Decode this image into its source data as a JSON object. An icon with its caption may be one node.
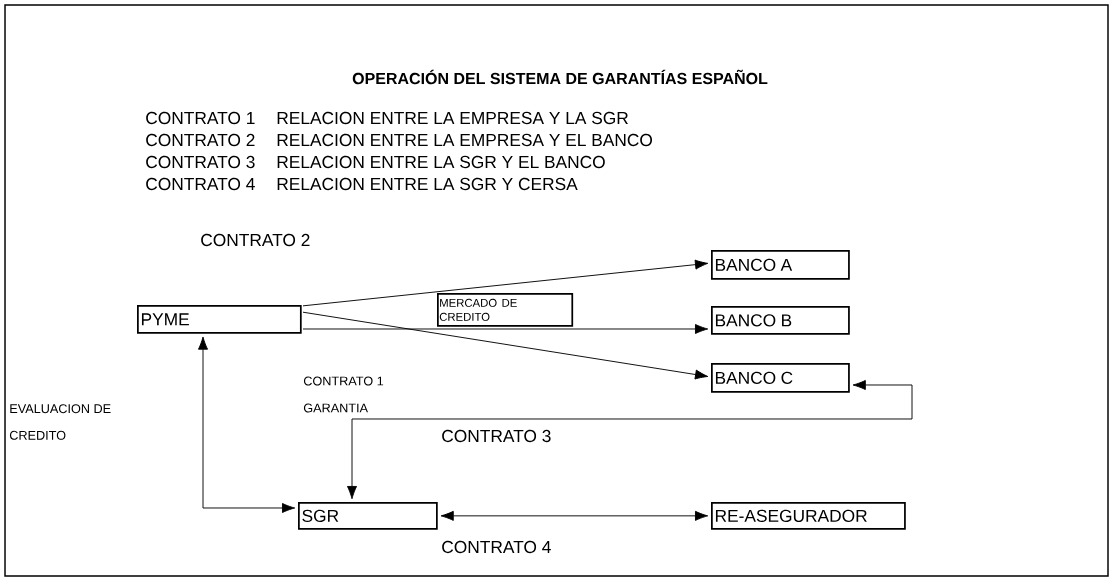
{
  "diagram": {
    "title": "OPERACIÓN DEL SISTEMA DE GARANTÍAS ESPAÑOL",
    "nodes": [
      {
        "text": [
          "BANCO A"
        ]
      },
      {
        "text": [
          "MERCADO DE CREDITO"
        ]
      },
      {
        "text": [
          "PYME"
        ]
      },
      {
        "text": [
          "BANCO B"
        ]
      },
      {
        "text": [
          "BANCO C"
        ]
      },
      {
        "text": [
          "SGR"
        ]
      },
      {
        "text": [
          "RE-ASEGURADOR"
        ]
      }
    ],
    "edges": [
      {
        "from": 2,
        "to": 0,
        "arrow": "to"
      },
      {
        "from": 2,
        "to": 3,
        "arrow": "to"
      },
      {
        "from": 2,
        "to": 4,
        "arrow": "to"
      },
      {
        "from": 2,
        "to": 5,
        "arrow": "both"
      },
      {
        "from": 5,
        "to": 6,
        "arrow": "both"
      },
      {
        "from": 4,
        "to": 5,
        "arrow": "both"
      }
    ],
    "labels": [
      "CONTRATO 1",
      "RELACION ENTRE LA EMPRESA Y LA SGR",
      "CONTRATO 2",
      "RELACION ENTRE LA EMPRESA Y EL BANCO",
      "CONTRATO 3",
      "RELACION ENTRE LA SGR Y EL BANCO",
      "CONTRATO 4",
      "RELACION ENTRE LA SGR Y CERSA",
      "CONTRATO 2",
      "CONTRATO 1",
      "GARANTIA",
      "EVALUACION DE CREDITO",
      "CONTRATO 3",
      "CONTRATO 4"
    ]
  }
}
